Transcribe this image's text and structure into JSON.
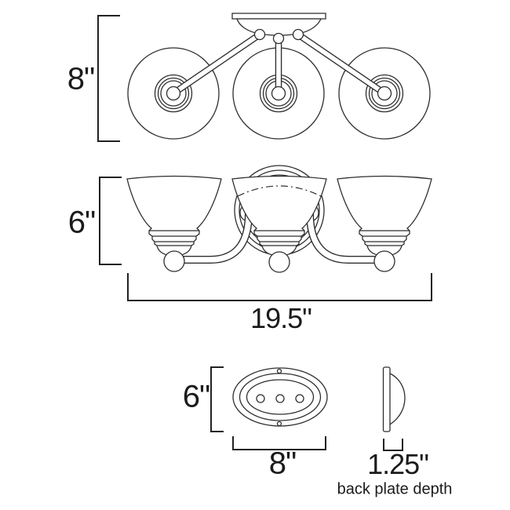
{
  "diagram": {
    "type": "product-dimension-drawing",
    "subject": "3-light vanity fixture",
    "views": [
      "top-plan-view",
      "front-elevation-view",
      "backplate-front-view",
      "backplate-side-view"
    ]
  },
  "dimensions": {
    "top_height": "8\"",
    "shade_height": "6\"",
    "overall_width": "19.5\"",
    "backplate_height": "6\"",
    "backplate_width": "8\"",
    "backplate_depth": "1.25\"",
    "backplate_depth_caption": "back plate depth"
  },
  "colors": {
    "line": "#2f2f2f",
    "text": "#1b1b1b",
    "background": "#ffffff"
  }
}
